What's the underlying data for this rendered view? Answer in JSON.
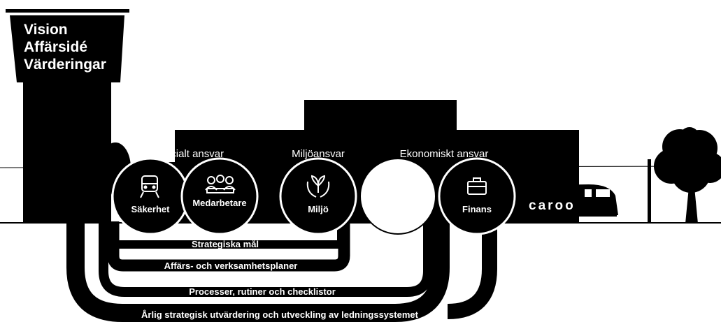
{
  "tower": {
    "lines": [
      "Vision",
      "Affärsidé",
      "Värderingar"
    ]
  },
  "categories": {
    "social": "Socialt ansvar",
    "environment": "Miljöansvar",
    "economic": "Ekonomiskt ansvar"
  },
  "circles": {
    "sakerhet": "Säkerhet",
    "medarbetare": "Medarbetare",
    "miljo": "Miljö",
    "finans": "Finans"
  },
  "train": {
    "brand": "caroo"
  },
  "tracks": [
    "Strategiska mål",
    "Affärs- och verksamhetsplaner",
    "Processer, rutiner och checklistor",
    "Årlig strategisk utvärdering och utveckling av ledningssystemet"
  ],
  "icons": [
    "train-icon",
    "people-meeting-icon",
    "leaf-hands-icon",
    "briefcase-icon",
    "tree-icon"
  ],
  "colors": {
    "ink": "#000000",
    "paper": "#ffffff"
  }
}
